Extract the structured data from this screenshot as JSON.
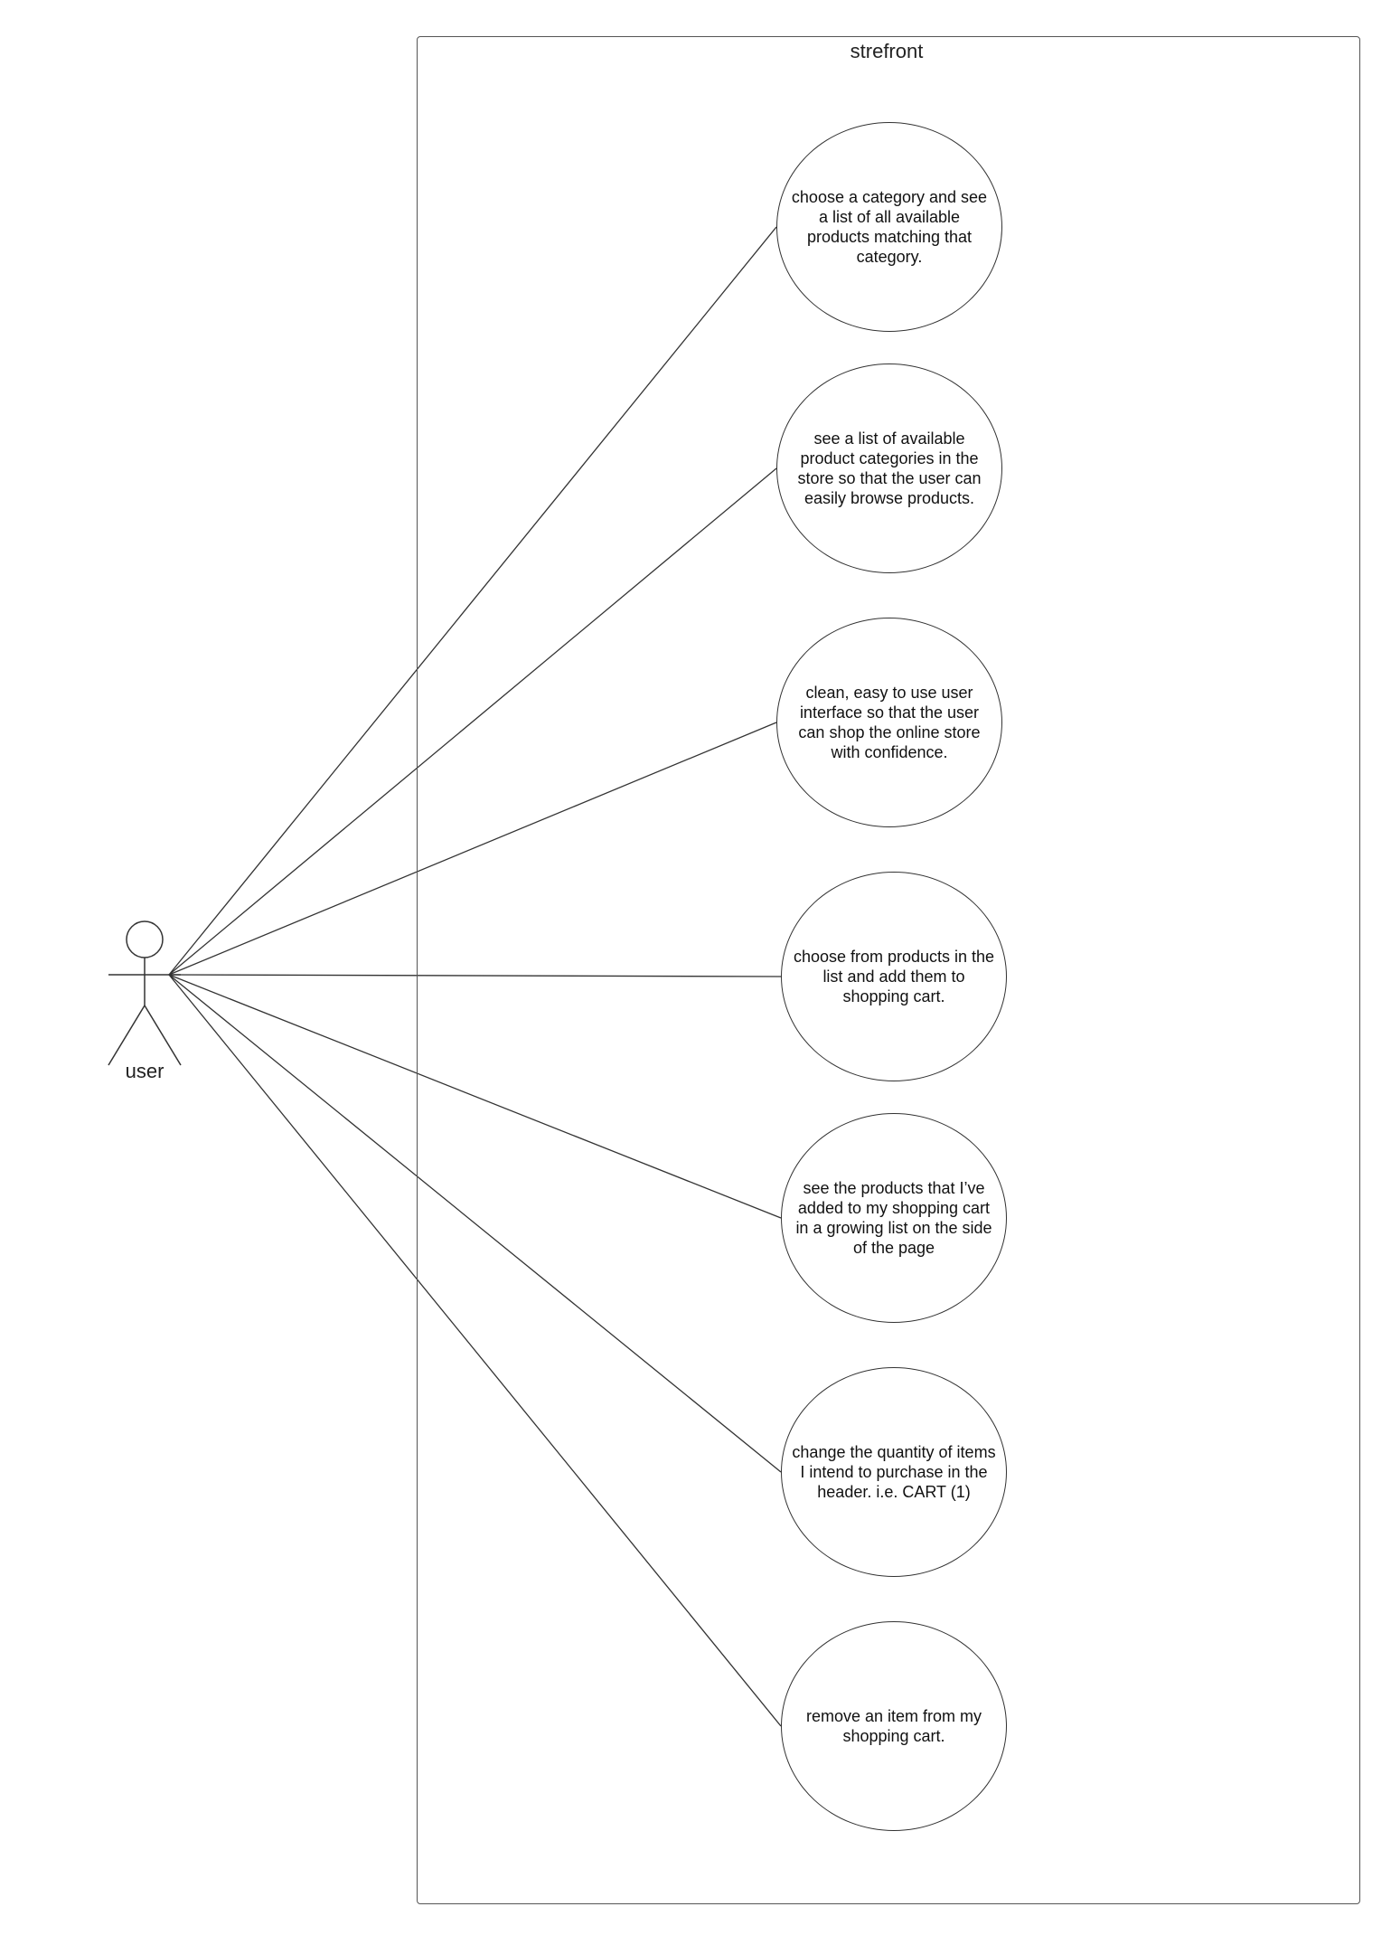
{
  "system": {
    "title": "strefront"
  },
  "actor": {
    "label": "user",
    "icon": "stick-figure-actor-icon"
  },
  "use_cases": [
    {
      "text": "choose a category and see a list of all available products matching that category."
    },
    {
      "text": "see a list of available product categories in the store so that the user can easily browse products."
    },
    {
      "text": "clean, easy to use user interface so that the user can shop the online store with confidence."
    },
    {
      "text": "choose from products in the list and add them to shopping cart."
    },
    {
      "text": "see the products that I’ve added to my shopping cart in a growing list on the side of the page"
    },
    {
      "text": "change the quantity of items I intend to purchase in the header. i.e. CART (1)"
    },
    {
      "text": "remove an item from my shopping cart."
    }
  ],
  "colors": {
    "line": "#333333",
    "boundary": "#555555",
    "background": "#ffffff"
  }
}
